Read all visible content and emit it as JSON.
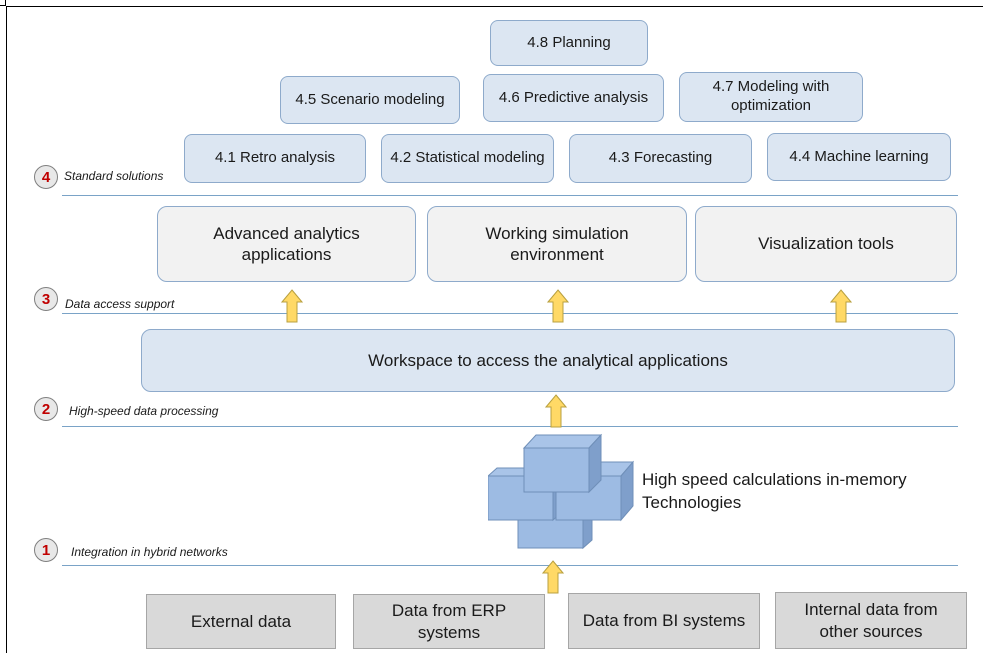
{
  "levels": [
    {
      "number": "4",
      "label": "Standard solutions"
    },
    {
      "number": "3",
      "label": "Data access support"
    },
    {
      "number": "2",
      "label": "High-speed data processing"
    },
    {
      "number": "1",
      "label": "Integration in hybrid networks"
    }
  ],
  "standard_solutions": {
    "planning": "4.8 Planning",
    "scenario": "4.5 Scenario modeling",
    "predictive": "4.6 Predictive analysis",
    "optimization": "4.7 Modeling with optimization",
    "retro": "4.1 Retro analysis",
    "statistical": "4.2 Statistical modeling",
    "forecasting": "4.3 Forecasting",
    "ml": "4.4 Machine learning"
  },
  "applications": {
    "advanced": "Advanced analytics applications",
    "simulation": "Working simulation environment",
    "visualization": "Visualization tools"
  },
  "workspace": "Workspace to access the analytical applications",
  "technologies": "High speed calculations in-memory Technologies",
  "sources": {
    "external": "External data",
    "erp": "Data from ERP systems",
    "bi": "Data from BI systems",
    "internal": "Internal data from other sources"
  },
  "colors": {
    "arrow": "#ffd966",
    "arrow_border": "#b8a040",
    "accent_number": "#c00000"
  }
}
